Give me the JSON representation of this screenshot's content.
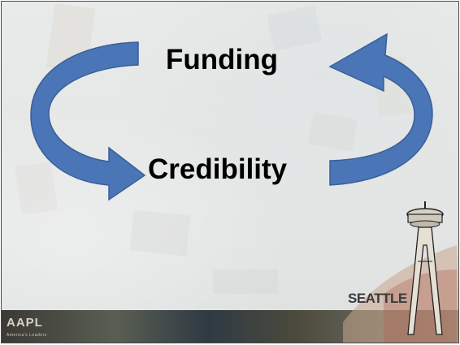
{
  "slide": {
    "top_label": "Funding",
    "bottom_label": "Credibility"
  },
  "branding": {
    "left_logo": "AAPL",
    "left_logo_sub": "America's Leaders",
    "city_logo": "SEATTLE"
  },
  "colors": {
    "arrow_fill": "#4a76b7",
    "arrow_stroke": "#3a5f97",
    "background": "#e6e7e7"
  }
}
